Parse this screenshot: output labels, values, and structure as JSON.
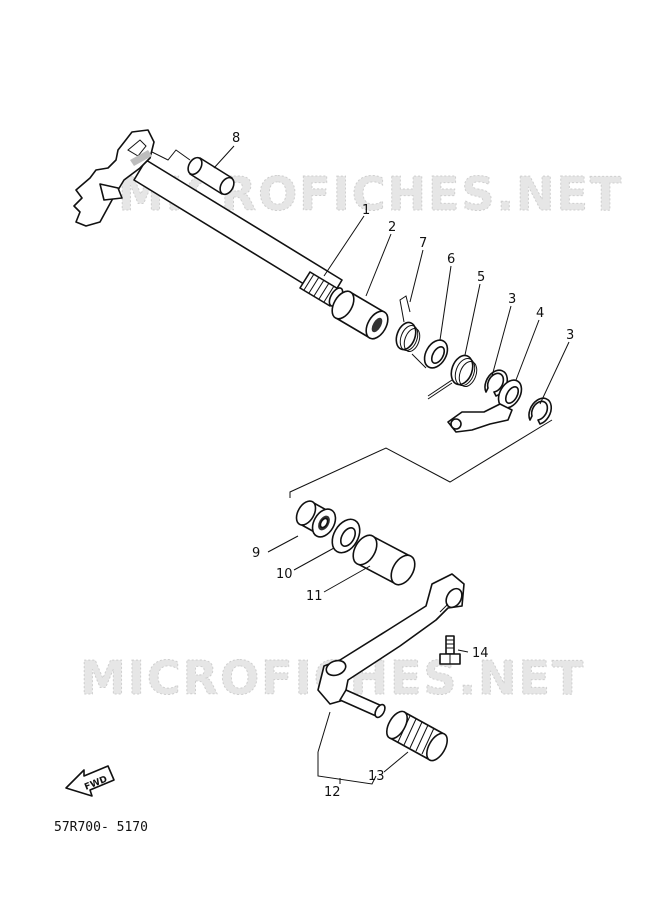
{
  "watermarks": [
    "MICROFICHES.NET",
    "MICROFICHES.NET"
  ],
  "callouts": {
    "p1": "1",
    "p2": "2",
    "p3a": "3",
    "p3b": "3",
    "p4": "4",
    "p5": "5",
    "p6": "6",
    "p7": "7",
    "p8": "8",
    "p9": "9",
    "p10": "10",
    "p11": "11",
    "p12": "12",
    "p13": "13",
    "p14": "14"
  },
  "fwd_label": "FWD",
  "diagram_code": "57R700- 5170"
}
